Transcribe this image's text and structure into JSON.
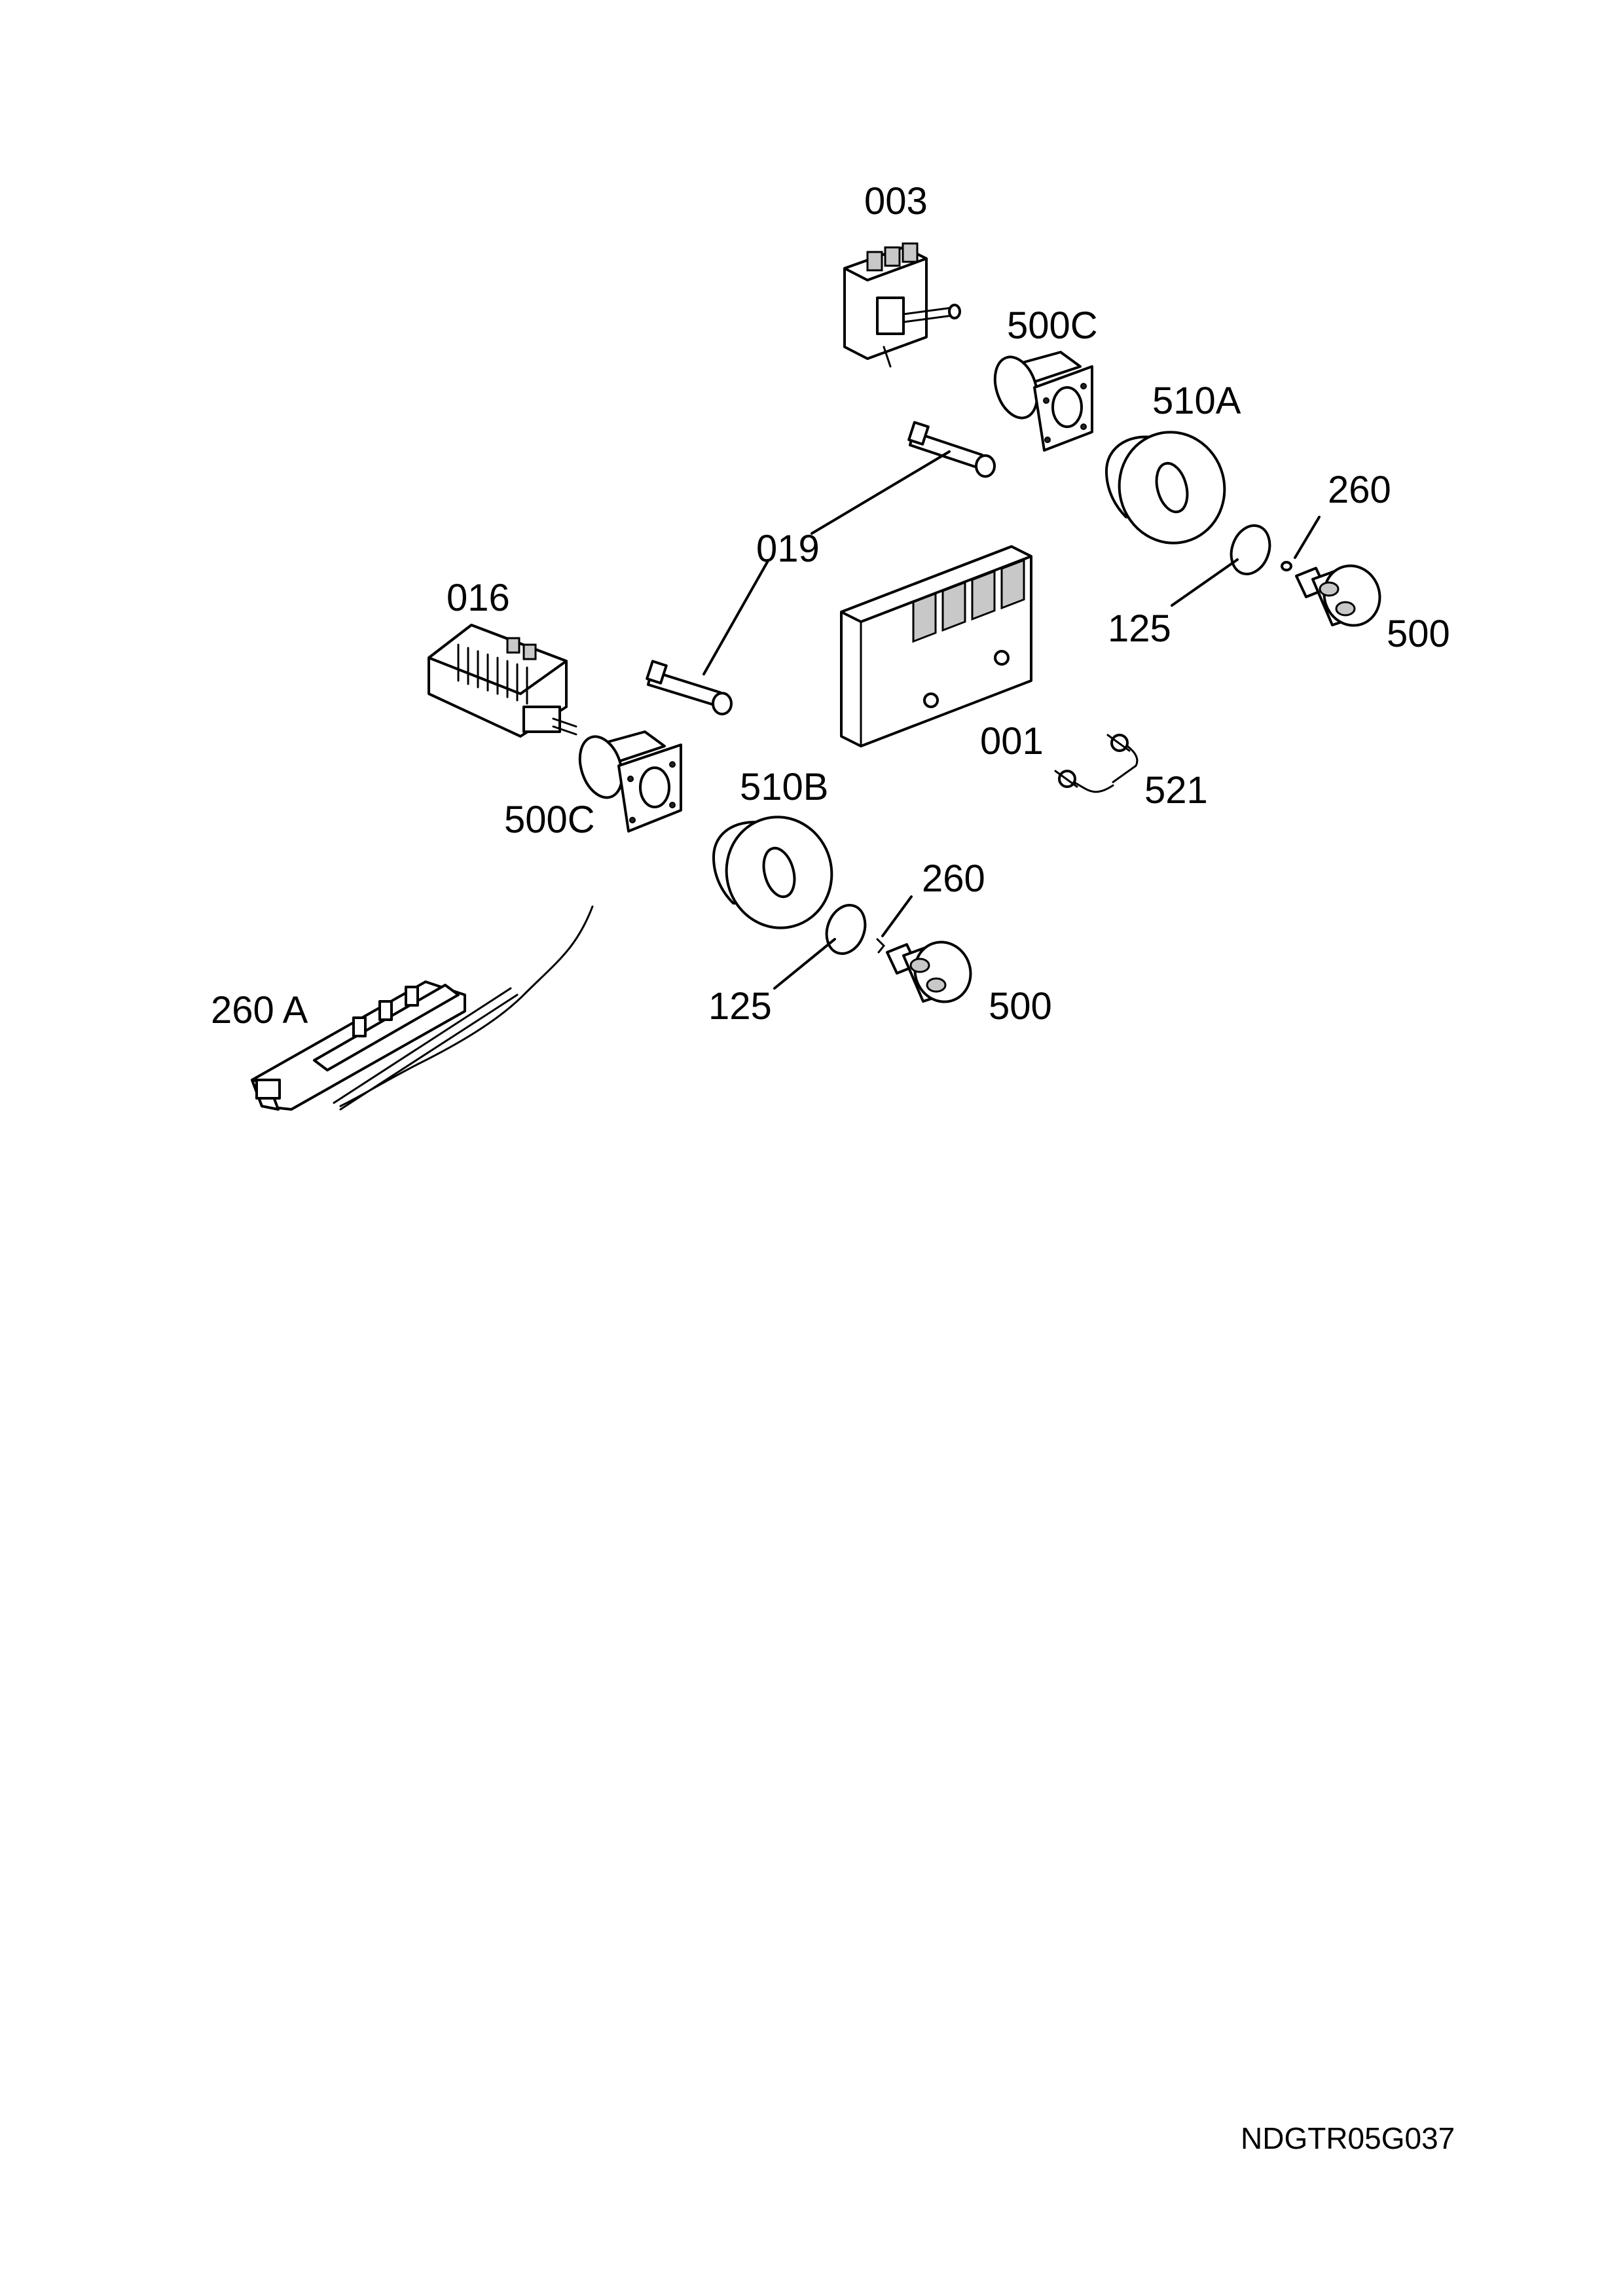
{
  "labels": {
    "p003": "003",
    "p500c_top": "500C",
    "p510a": "510A",
    "p260_top": "260",
    "p019": "019",
    "p016": "016",
    "p125_top": "125",
    "p500_top": "500",
    "p001": "001",
    "p521": "521",
    "p510b": "510B",
    "p500c_left": "500C",
    "p260_mid": "260",
    "p260a": "260 A",
    "p125_bottom": "125",
    "p500_bottom": "500"
  },
  "drawing_code": "NDGTR05G037"
}
